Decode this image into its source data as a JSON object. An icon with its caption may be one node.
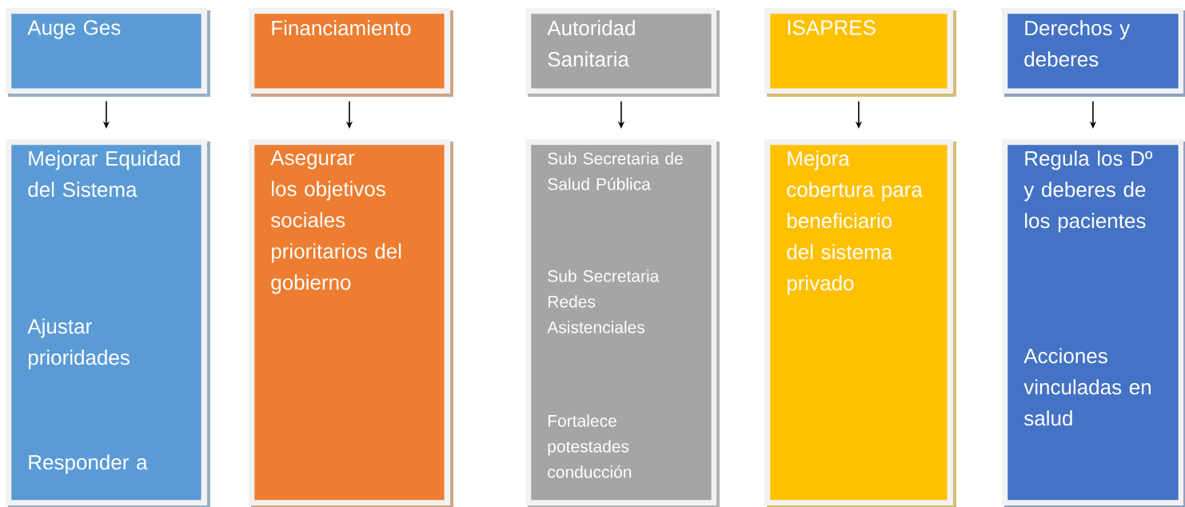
{
  "diagram": {
    "nodes": [
      {
        "text": [
          "Auge Ges"
        ]
      },
      {
        "text": [
          "Financiamiento"
        ]
      },
      {
        "text": [
          "Autoridad Sanitaria"
        ]
      },
      {
        "text": [
          "ISAPRES"
        ]
      },
      {
        "text": [
          "Derechos y deberes"
        ]
      },
      {
        "text": [
          "Mejorar Equidad del Sistema",
          "Ajustar prioridades",
          "Responder a"
        ]
      },
      {
        "text": [
          "Asegurar los objetivos sociales prioritarios del gobierno"
        ]
      },
      {
        "text": [
          "Sub Secretaria de Salud Pública",
          "Sub Secretaria Redes Asistenciales",
          "Fortalece potestades conducción"
        ]
      },
      {
        "text": [
          "Mejora cobertura para beneficiario del sistema privado"
        ]
      },
      {
        "text": [
          "Regula los Dº y deberes de los pacientes",
          "Acciones vinculadas en salud"
        ]
      }
    ],
    "edges": [
      {
        "from": 0,
        "to": 5,
        "arrow": "to"
      },
      {
        "from": 1,
        "to": 6,
        "arrow": "to"
      },
      {
        "from": 2,
        "to": 7,
        "arrow": "to"
      },
      {
        "from": 3,
        "to": 8,
        "arrow": "to"
      },
      {
        "from": 4,
        "to": 9,
        "arrow": "to"
      }
    ]
  }
}
